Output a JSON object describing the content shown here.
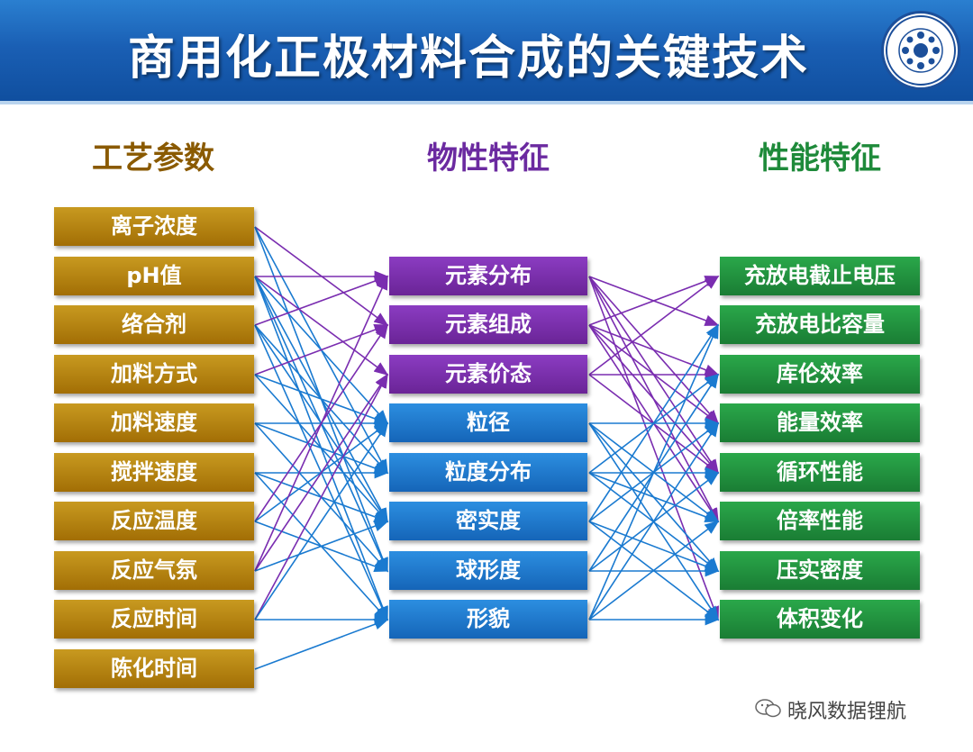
{
  "header": {
    "title": "商用化正极材料合成的关键技术"
  },
  "columns": {
    "process": {
      "heading": "工艺参数",
      "items": [
        "离子浓度",
        "pH值",
        "络合剂",
        "加料方式",
        "加料速度",
        "搅拌速度",
        "反应温度",
        "反应气氛",
        "反应时间",
        "陈化时间"
      ]
    },
    "physical": {
      "heading": "物性特征",
      "items": [
        "元素分布",
        "元素组成",
        "元素价态",
        "粒径",
        "粒度分布",
        "密实度",
        "球形度",
        "形貌"
      ]
    },
    "performance": {
      "heading": "性能特征",
      "items": [
        "充放电截止电压",
        "充放电比容量",
        "库伦效率",
        "能量效率",
        "循环性能",
        "倍率性能",
        "压实密度",
        "体积变化"
      ]
    }
  },
  "watermark": {
    "text": "晓风数据锂航"
  },
  "colors": {
    "process": "#b07d0e",
    "purple": "#7a2db0",
    "blue": "#1a7ad0",
    "green": "#22963f"
  }
}
